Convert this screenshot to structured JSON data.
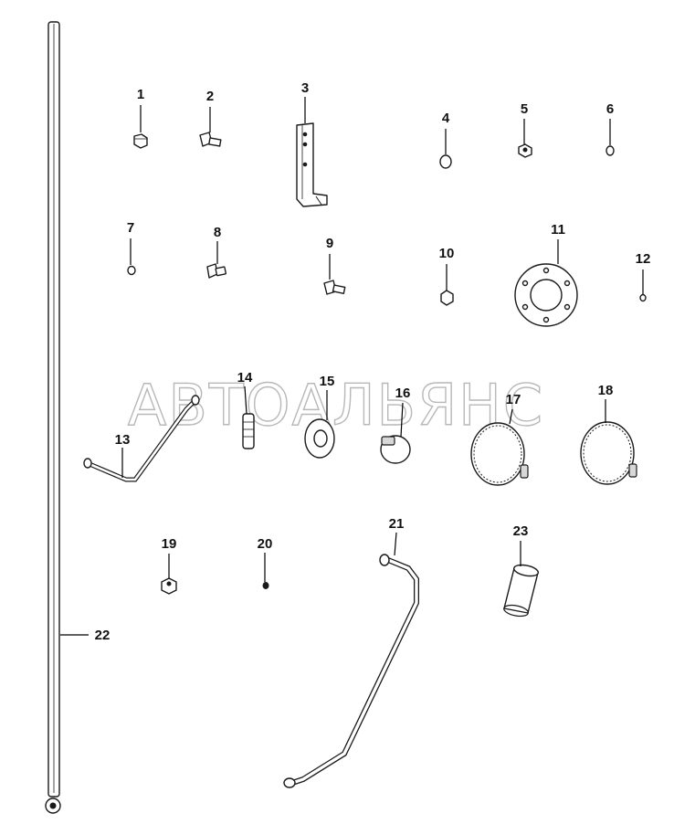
{
  "diagram": {
    "callouts": [
      "1",
      "2",
      "3",
      "4",
      "5",
      "6",
      "7",
      "8",
      "9",
      "10",
      "11",
      "12",
      "13",
      "14",
      "15",
      "16",
      "17",
      "18",
      "19",
      "20",
      "21",
      "22",
      "23"
    ],
    "watermark": "АВТОАЛЬЯНС"
  }
}
